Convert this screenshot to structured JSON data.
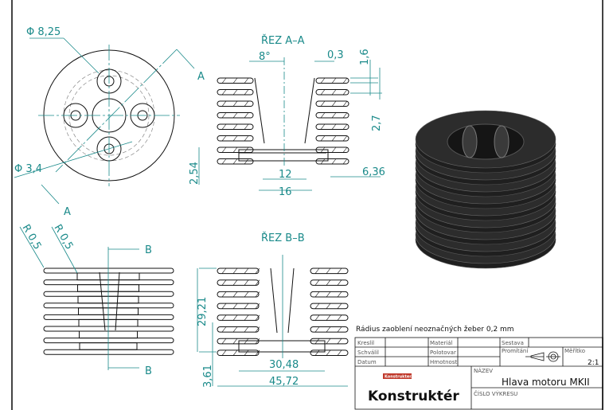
{
  "colors": {
    "dimension": "#1a8a8a",
    "line": "#111111",
    "render": "#2a2a2a"
  },
  "top_view": {
    "dia_holes": "Φ 8,25",
    "dia_small": "Φ 3,4",
    "section_mark_top": "A",
    "section_mark_bottom": "A"
  },
  "section_aa": {
    "title": "ŘEZ  A–A",
    "angle": "8°",
    "gap": "0,3",
    "fin_thk": "1,6",
    "pitch": "2,7",
    "base": "2,54",
    "inner": "12",
    "outer": "16",
    "flange": "6,36"
  },
  "side_view": {
    "radius_1": "R 0,5",
    "radius_2": "R 0,5",
    "section_mark_top": "B",
    "section_mark_bottom": "B"
  },
  "section_bb": {
    "title": "ŘEZ  B–B",
    "height": "29,21",
    "base_height": "3,61",
    "inner_dia": "30,48",
    "outer_dia": "45,72"
  },
  "note": "Rádius zaoblení neoznačných žeber 0,2 mm",
  "title_block": {
    "drawn_label": "Kreslil",
    "approved_label": "Schválil",
    "date_label": "Datum",
    "material_label": "Materiál",
    "stock_label": "Polotovar",
    "mass_label": "Hmotnost",
    "assembly_label": "Sestava",
    "projection_label": "Promítání",
    "scale_label": "Měřítko",
    "scale_value": "2:1",
    "name_label": "NÁZEV",
    "name_value": "Hlava motoru MKII",
    "drawing_no_label": "ČÍSLO VÝKRESU",
    "logo_small": "Konstrukter.cz",
    "logo": "Konstruktér"
  }
}
